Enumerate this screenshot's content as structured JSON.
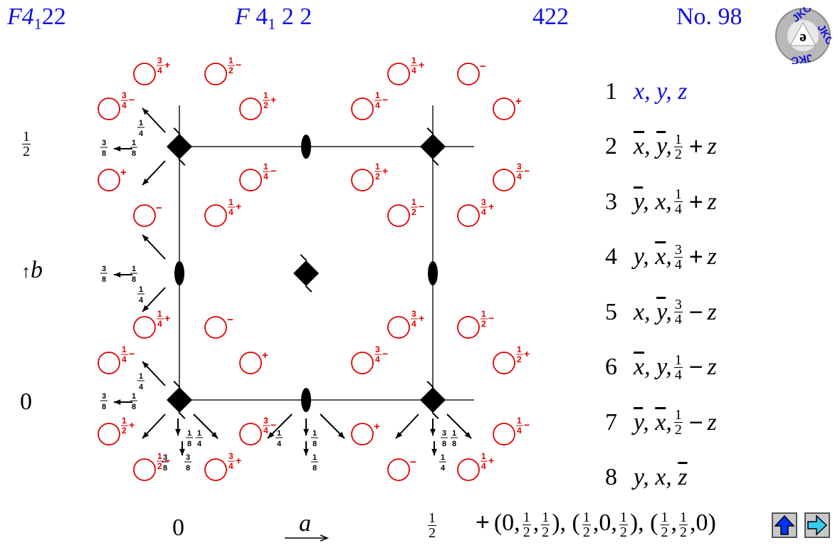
{
  "header": {
    "short_symbol": {
      "main": "F4",
      "sub": "1",
      "tail": "22"
    },
    "full_symbol": {
      "f": "F",
      "four": " 4",
      "sub": "1",
      "tail": " 2 2"
    },
    "point_group": "422",
    "number": "No. 98"
  },
  "logo": {
    "text": "JKC"
  },
  "symmetry_operations": [
    {
      "num": "1",
      "coords": "x, y, z"
    },
    {
      "num": "2",
      "coords": "x̄, ȳ, 1/2 + z"
    },
    {
      "num": "3",
      "coords": "ȳ, x, 1/4 + z"
    },
    {
      "num": "4",
      "coords": "y, x̄, 3/4 + z"
    },
    {
      "num": "5",
      "coords": "x, ȳ, 3/4 − z"
    },
    {
      "num": "6",
      "coords": "x̄, y, 1/4 − z"
    },
    {
      "num": "7",
      "coords": "ȳ, x̄, 1/2 − z"
    },
    {
      "num": "8",
      "coords": "y, x, z̄"
    }
  ],
  "axis_labels": {
    "left_half": "1/2",
    "left_zero": "0",
    "b_axis": "b",
    "bottom_zero": "0",
    "a_axis": "a",
    "bottom_half": "1/2"
  },
  "centering": "+ (0,1/2,1/2), (1/2,0,1/2), (1/2,1/2,0)",
  "nav": {
    "up_button": "up-arrow-icon",
    "next_button": "right-arrow-icon"
  },
  "colors": {
    "title": "#1010e0",
    "positions": "#e00000",
    "axes": "#000000",
    "up_arrow": "#0033ff",
    "next_arrow": "#33ccee"
  },
  "general_positions": [
    {
      "sign": "3/4+"
    },
    {
      "sign": "1/2−"
    },
    {
      "sign": "1/4+"
    },
    {
      "sign": "−"
    },
    {
      "sign": "3/4−"
    },
    {
      "sign": "1/2+"
    },
    {
      "sign": "1/4−"
    },
    {
      "sign": "+"
    },
    {
      "sign": "+"
    },
    {
      "sign": "1/4−"
    },
    {
      "sign": "1/2+"
    },
    {
      "sign": "3/4−"
    },
    {
      "sign": "−"
    },
    {
      "sign": "1/4+"
    },
    {
      "sign": "1/2−"
    },
    {
      "sign": "3/4+"
    },
    {
      "sign": "1/4+"
    },
    {
      "sign": "−"
    },
    {
      "sign": "3/4+"
    },
    {
      "sign": "1/2−"
    },
    {
      "sign": "1/4−"
    },
    {
      "sign": "+"
    },
    {
      "sign": "3/4−"
    },
    {
      "sign": "1/2+"
    },
    {
      "sign": "1/2+"
    },
    {
      "sign": "3/4−"
    },
    {
      "sign": "+"
    },
    {
      "sign": "1/4−"
    },
    {
      "sign": "1/2−"
    },
    {
      "sign": "3/4+"
    },
    {
      "sign": "−"
    },
    {
      "sign": "1/4+"
    }
  ],
  "axis_height_labels": [
    "1/4",
    "3/8",
    "1/8",
    "3/8",
    "1/8",
    "1/4",
    "1/4",
    "3/8",
    "1/8",
    "1/8",
    "1/4",
    "1/4",
    "1/8",
    "3/8",
    "1/8",
    "3/8",
    "1/8",
    "1/4",
    "3/8"
  ]
}
